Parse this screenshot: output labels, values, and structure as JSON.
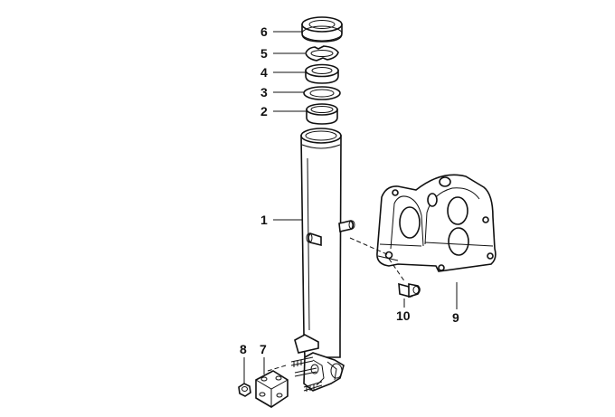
{
  "diagram": {
    "callouts": [
      {
        "id": "6",
        "label": "6"
      },
      {
        "id": "5",
        "label": "5"
      },
      {
        "id": "4",
        "label": "4"
      },
      {
        "id": "3",
        "label": "3"
      },
      {
        "id": "2",
        "label": "2"
      },
      {
        "id": "1",
        "label": "1"
      },
      {
        "id": "9",
        "label": "9"
      },
      {
        "id": "10",
        "label": "10"
      },
      {
        "id": "8",
        "label": "8"
      },
      {
        "id": "7",
        "label": "7"
      }
    ]
  },
  "colors": {
    "line": "#111111",
    "background": "#ffffff"
  }
}
